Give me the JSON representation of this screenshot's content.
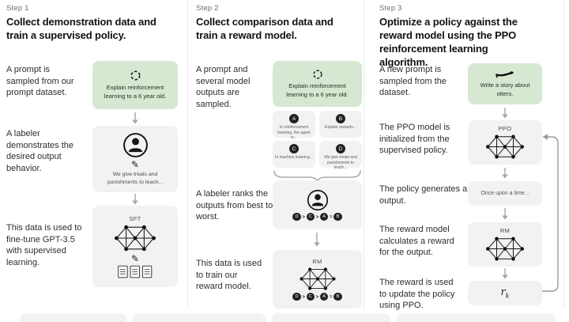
{
  "colors": {
    "green_box": "#d6e8d2",
    "gray_box": "#f2f2f2",
    "badge": "#202123",
    "divider": "#ececec",
    "arrow": "#a6a6a6"
  },
  "glyphs": {
    "pencil": "✎"
  },
  "steps": [
    {
      "label": "Step 1",
      "heading": "Collect demonstration data and train a supervised policy.",
      "captions": {
        "c1": "A prompt is sampled from our prompt dataset.",
        "c2": "A labeler demonstrates the desired output behavior.",
        "c3": "This data is used to fine-tune GPT-3.5 with supervised learning."
      },
      "prompt": "Explain reinforcement learning to a 6 year old.",
      "labeler_note": "We give treats and punishments to teach...",
      "model_label": "SFT"
    },
    {
      "label": "Step 2",
      "heading": "Collect comparison data and train a reward model.",
      "captions": {
        "c1": "A prompt and several model outputs are sampled.",
        "c2": "A labeler ranks the outputs from best to worst.",
        "c3": "This data is used to train our reward model."
      },
      "prompt": "Explain reinforcement learning to a 6 year old.",
      "outputs": [
        {
          "id": "A",
          "text": "In reinforcement learning, the agent is..."
        },
        {
          "id": "B",
          "text": "Explain rewards..."
        },
        {
          "id": "C",
          "text": "In machine learning..."
        },
        {
          "id": "D",
          "text": "We give treats and punishments to teach..."
        }
      ],
      "ranking": [
        "D",
        "C",
        "A",
        "B"
      ],
      "ranking_separators": [
        ">",
        ">",
        "="
      ],
      "model_label": "RM"
    },
    {
      "label": "Step 3",
      "heading": "Optimize a policy against the reward model using the PPO reinforcement learning algorithm.",
      "captions": {
        "c1": "A new prompt is sampled from the dataset.",
        "c2": "The PPO model is initialized from the supervised policy.",
        "c3": "The policy generates an output.",
        "c4": "The reward model calculates a reward for the output.",
        "c5": "The reward is used to update the policy using PPO."
      },
      "prompt": "Write a story about otters.",
      "ppo_label": "PPO",
      "output_text": "Once upon a time...",
      "rm_label": "RM",
      "reward_base": "r",
      "reward_sub": "k"
    }
  ]
}
